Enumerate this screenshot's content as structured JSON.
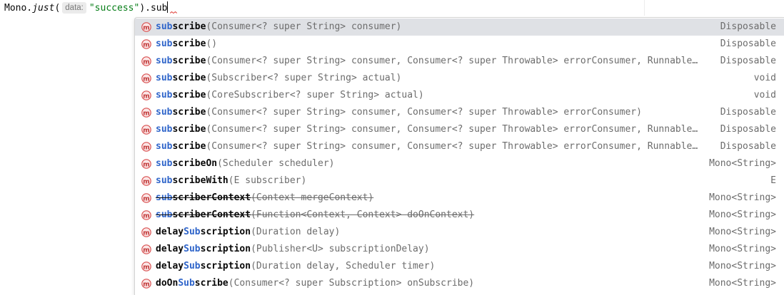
{
  "editor": {
    "receiver": "Mono.",
    "method": "just",
    "open_paren": "(",
    "param_hint": "data:",
    "string_literal": "\"success\"",
    "rest": ").sub"
  },
  "completion": {
    "items": [
      {
        "pre": "",
        "match": "sub",
        "post": "scribe",
        "params": "(Consumer<? super String> consumer)",
        "ret": "Disposable"
      },
      {
        "pre": "",
        "match": "sub",
        "post": "scribe",
        "params": "()",
        "ret": "Disposable"
      },
      {
        "pre": "",
        "match": "sub",
        "post": "scribe",
        "params": "(Consumer<? super String> consumer, Consumer<? super Throwable> errorConsumer, Runnable…",
        "ret": "Disposable"
      },
      {
        "pre": "",
        "match": "sub",
        "post": "scribe",
        "params": "(Subscriber<? super String> actual)",
        "ret": "void"
      },
      {
        "pre": "",
        "match": "sub",
        "post": "scribe",
        "params": "(CoreSubscriber<? super String> actual)",
        "ret": "void"
      },
      {
        "pre": "",
        "match": "sub",
        "post": "scribe",
        "params": "(Consumer<? super String> consumer, Consumer<? super Throwable> errorConsumer)",
        "ret": "Disposable"
      },
      {
        "pre": "",
        "match": "sub",
        "post": "scribe",
        "params": "(Consumer<? super String> consumer, Consumer<? super Throwable> errorConsumer, Runnable…",
        "ret": "Disposable"
      },
      {
        "pre": "",
        "match": "sub",
        "post": "scribe",
        "params": "(Consumer<? super String> consumer, Consumer<? super Throwable> errorConsumer, Runnable…",
        "ret": "Disposable"
      },
      {
        "pre": "",
        "match": "sub",
        "post": "scribeOn",
        "params": "(Scheduler scheduler)",
        "ret": "Mono<String>"
      },
      {
        "pre": "",
        "match": "sub",
        "post": "scribeWith",
        "params": "(E subscriber)",
        "ret": "E"
      },
      {
        "pre": "",
        "match": "sub",
        "post": "scriberContext",
        "params": "(Context mergeContext)",
        "ret": "Mono<String>"
      },
      {
        "pre": "",
        "match": "sub",
        "post": "scriberContext",
        "params": "(Function<Context, Context> doOnContext)",
        "ret": "Mono<String>"
      },
      {
        "pre": "delay",
        "match": "Sub",
        "post": "scription",
        "params": "(Duration delay)",
        "ret": "Mono<String>"
      },
      {
        "pre": "delay",
        "match": "Sub",
        "post": "scription",
        "params": "(Publisher<U> subscriptionDelay)",
        "ret": "Mono<String>"
      },
      {
        "pre": "delay",
        "match": "Sub",
        "post": "scription",
        "params": "(Duration delay, Scheduler timer)",
        "ret": "Mono<String>"
      },
      {
        "pre": "doOn",
        "match": "Sub",
        "post": "scribe",
        "params": "(Consumer<? super Subscription> onSubscribe)",
        "ret": "Mono<String>"
      }
    ]
  }
}
